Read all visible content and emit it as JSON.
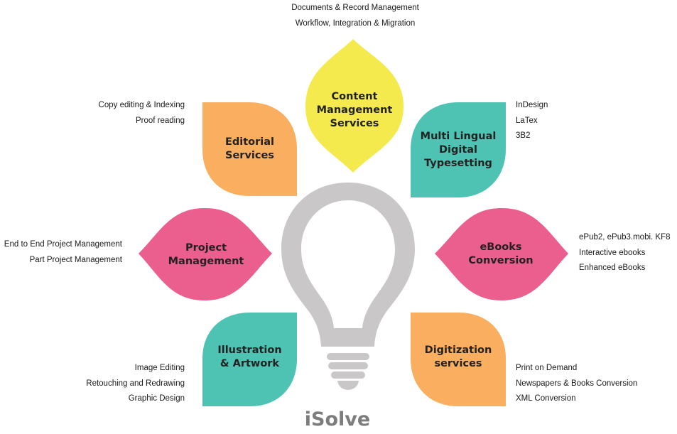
{
  "brand": "iSolve",
  "colors": {
    "yellow": "#f4ea4e",
    "orange": "#f9ae60",
    "teal": "#4ec3b4",
    "pink": "#ea5f8e",
    "bulb": "#c9c7c7"
  },
  "petals": {
    "content": {
      "lines": [
        "Content",
        "Management",
        "Services"
      ]
    },
    "editorial": {
      "lines": [
        "Editorial",
        "Services"
      ]
    },
    "multilingual": {
      "lines": [
        "Multi Lingual",
        "Digital",
        "Typesetting"
      ]
    },
    "project": {
      "lines": [
        "Project",
        "Management"
      ]
    },
    "ebooks": {
      "lines": [
        "eBooks",
        "Conversion"
      ]
    },
    "illustration": {
      "lines": [
        "Illustration",
        "& Artwork"
      ]
    },
    "digitization": {
      "lines": [
        "Digitization",
        "services"
      ]
    }
  },
  "lists": {
    "content": [
      "Documents & Record Management",
      "Workflow, Integration & Migration"
    ],
    "editorial": [
      "Copy editing & Indexing",
      "Proof reading"
    ],
    "multilingual": [
      "InDesign",
      "LaTex",
      "3B2"
    ],
    "project": [
      "End to End Project Management",
      "Part Project Management"
    ],
    "ebooks": [
      "ePub2, ePub3.mobi. KF8",
      "Interactive ebooks",
      "Enhanced eBooks"
    ],
    "illustration": [
      "Image Editing",
      "Retouching and Redrawing",
      "Graphic Design"
    ],
    "digitization": [
      "Print on Demand",
      "Newspapers & Books Conversion",
      "XML Conversion"
    ]
  }
}
